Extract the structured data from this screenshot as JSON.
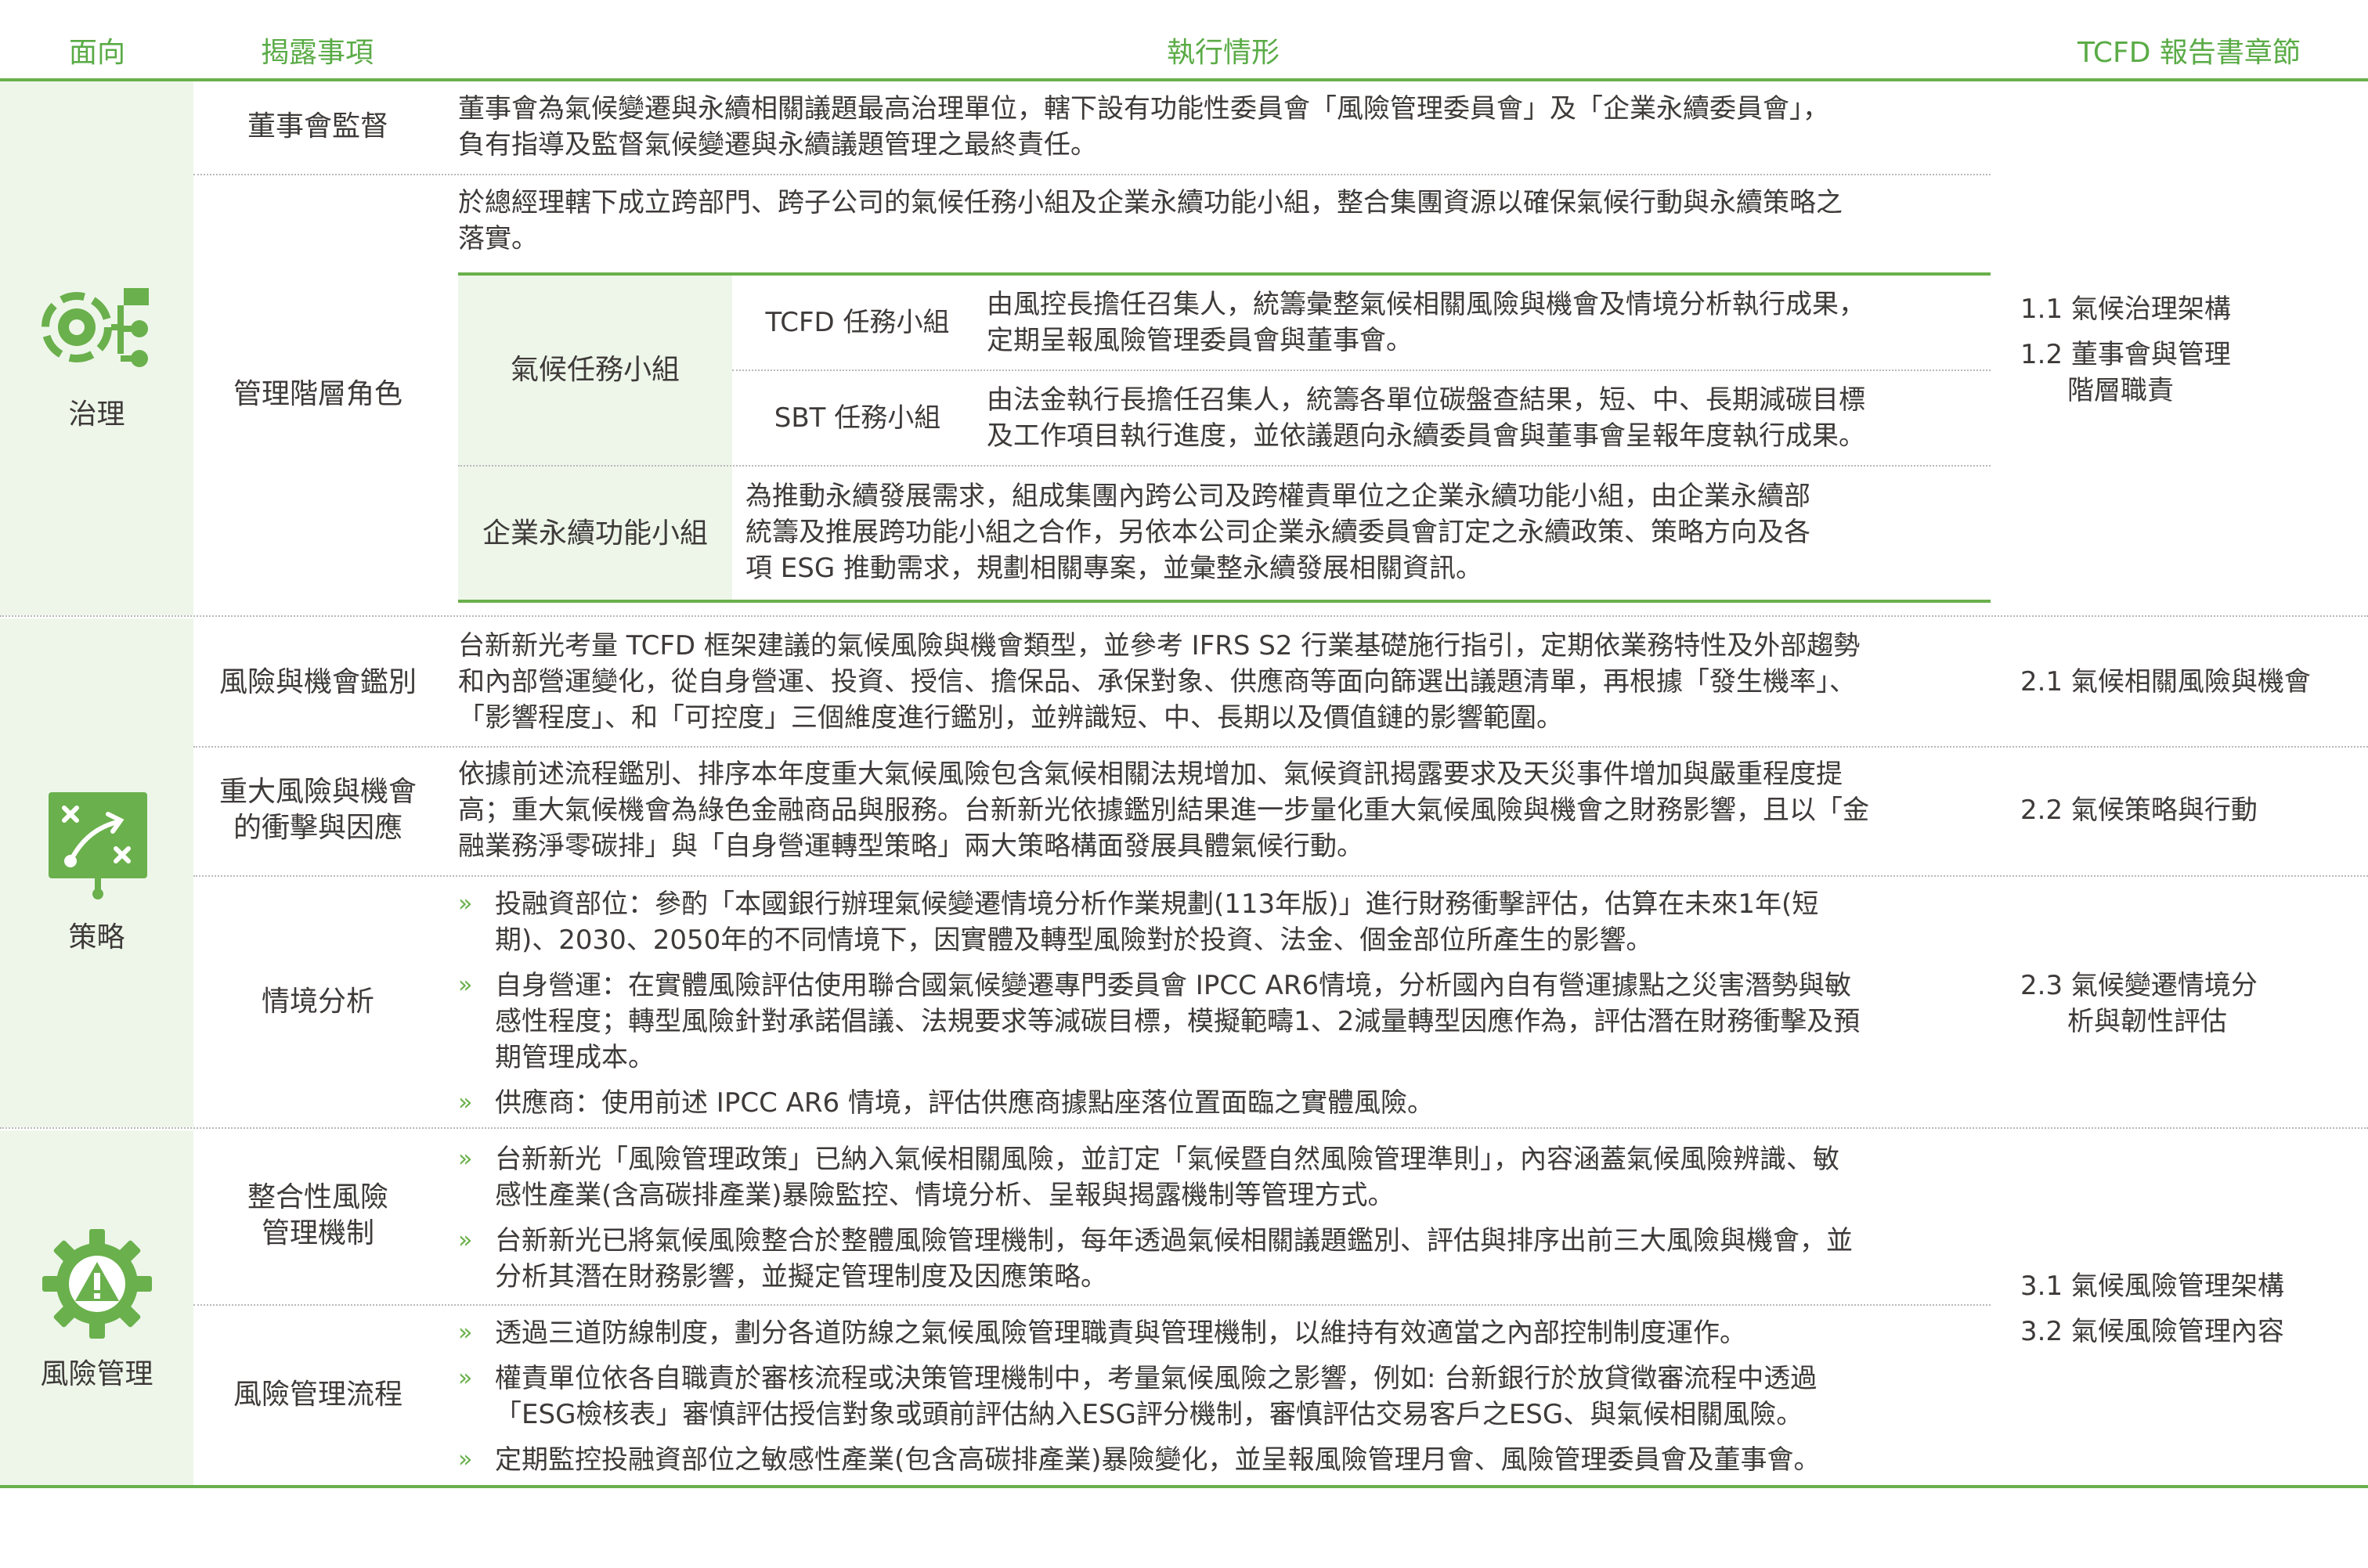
{
  "header": {
    "col1": "面向",
    "col2": "揭露事項",
    "col3": "執行情形",
    "col4": "TCFD 報告書章節"
  },
  "governance": {
    "category": "治理",
    "icon": "gear-org-icon",
    "board": {
      "item": "董事會監督",
      "lines": [
        "董事會為氣候變遷與永續相關議題最高治理單位，轄下設有功能性委員會「風險管理委員會」及「企業永續委員會」，",
        "負有指導及監督氣候變遷與永續議題管理之最終責任。"
      ]
    },
    "management": {
      "item": "管理階層角色",
      "intro": [
        "於總經理轄下成立跨部門、跨子公司的氣候任務小組及企業永續功能小組，整合集團資源以確保氣候行動與永續策略之",
        "落實。"
      ],
      "climate_group": "氣候任務小組",
      "tcfd_group": "TCFD 任務小組",
      "tcfd_lines": [
        "由風控長擔任召集人，統籌彙整氣候相關風險與機會及情境分析執行成果，",
        "定期呈報風險管理委員會與董事會。"
      ],
      "sbt_group": "SBT 任務小組",
      "sbt_lines": [
        "由法金執行長擔任召集人，統籌各單位碳盤查結果，短、中、長期減碳目標",
        "及工作項目執行進度，並依議題向永續委員會與董事會呈報年度執行成果。"
      ],
      "esg_group": "企業永續功能小組",
      "esg_lines": [
        "為推動永續發展需求，組成集團內跨公司及跨權責單位之企業永續功能小組，由企業永續部",
        "統籌及推展跨功能小組之合作，另依本公司企業永續委員會訂定之永續政策、策略方向及各",
        "項 ESG 推動需求，規劃相關專案，並彙整永續發展相關資訊。"
      ]
    },
    "refs": [
      "1.1 氣候治理架構",
      "1.2 董事會與管理",
      "階層職責"
    ]
  },
  "strategy": {
    "category": "策略",
    "icon": "strategy-board-icon",
    "identify": {
      "item": "風險與機會鑑別",
      "lines": [
        "台新新光考量 TCFD 框架建議的氣候風險與機會類型，並參考 IFRS S2 行業基礎施行指引，定期依業務特性及外部趨勢",
        "和內部營運變化，從自身營運、投資、授信、擔保品、承保對象、供應商等面向篩選出議題清單，再根據「發生機率」、",
        "「影響程度」、和「可控度」三個維度進行鑑別，並辨識短、中、長期以及價值鏈的影響範圍。"
      ],
      "ref": "2.1 氣候相關風險與機會"
    },
    "impact": {
      "item1": "重大風險與機會",
      "item2": "的衝擊與因應",
      "lines": [
        "依據前述流程鑑別、排序本年度重大氣候風險包含氣候相關法規增加、氣候資訊揭露要求及天災事件增加與嚴重程度提",
        "高；重大氣候機會為綠色金融商品與服務。台新新光依據鑑別結果進一步量化重大氣候風險與機會之財務影響，且以「金",
        "融業務淨零碳排」與「自身營運轉型策略」兩大策略構面發展具體氣候行動。"
      ],
      "ref": "2.2 氣候策略與行動"
    },
    "scenario": {
      "item": "情境分析",
      "bullet_mark": "»",
      "b1": [
        "投融資部位：參酌「本國銀行辦理氣候變遷情境分析作業規劃(113年版)」進行財務衝擊評估，估算在未來1年(短",
        "期)、2030、2050年的不同情境下，因實體及轉型風險對於投資、法金、個金部位所產生的影響。"
      ],
      "b2": [
        "自身營運：在實體風險評估使用聯合國氣候變遷專門委員會 IPCC AR6情境，分析國內自有營運據點之災害潛勢與敏",
        "感性程度；轉型風險針對承諾倡議、法規要求等減碳目標，模擬範疇1、2減量轉型因應作為，評估潛在財務衝擊及預",
        "期管理成本。"
      ],
      "b3": [
        "供應商：使用前述 IPCC AR6 情境，評估供應商據點座落位置面臨之實體風險。"
      ],
      "ref1": "2.3 氣候變遷情境分",
      "ref2": "析與韌性評估"
    }
  },
  "risk": {
    "category": "風險管理",
    "icon": "gear-warning-icon",
    "integration": {
      "item1": "整合性風險",
      "item2": "管理機制",
      "b1": [
        "台新新光「風險管理政策」已納入氣候相關風險，並訂定「氣候暨自然風險管理準則」，內容涵蓋氣候風險辨識、敏",
        "感性產業(含高碳排產業)暴險監控、情境分析、呈報與揭露機制等管理方式。"
      ],
      "b2": [
        "台新新光已將氣候風險整合於整體風險管理機制，每年透過氣候相關議題鑑別、評估與排序出前三大風險與機會，並",
        "分析其潛在財務影響，並擬定管理制度及因應策略。"
      ]
    },
    "process": {
      "item": "風險管理流程",
      "b1": [
        "透過三道防線制度，劃分各道防線之氣候風險管理職責與管理機制，以維持有效適當之內部控制制度運作。"
      ],
      "b2": [
        "權責單位依各自職責於審核流程或決策管理機制中，考量氣候風險之影響，例如: 台新銀行於放貸徵審流程中透過",
        "「ESG檢核表」審慎評估授信對象或頭前評估納入ESG評分機制，審慎評估交易客戶之ESG、與氣候相關風險。"
      ],
      "b3": [
        "定期監控投融資部位之敏感性產業(包含高碳排產業)暴險變化，並呈報風險管理月會、風險管理委員會及董事會。"
      ]
    },
    "refs": [
      "3.1 氣候風險管理架構",
      "3.2 氣候風險管理內容"
    ]
  },
  "colors": {
    "accent": "#6ab04c",
    "header_text": "#5aab46",
    "side_bg": "#eef6ea",
    "text": "#3e3a39"
  }
}
